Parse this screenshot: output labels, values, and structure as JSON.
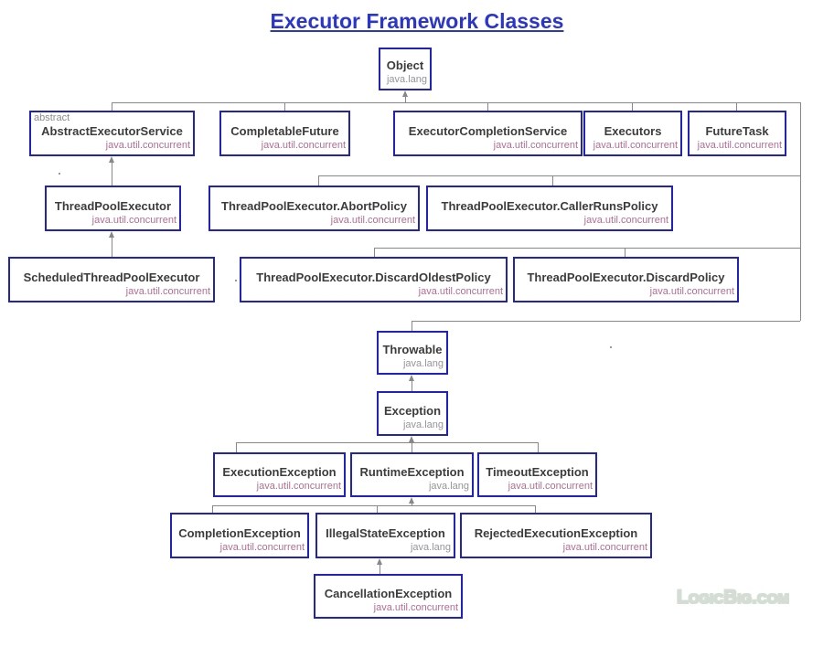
{
  "title": "Executor Framework Classes",
  "watermark": "LogicBig.com",
  "colors": {
    "box-border": "#2121bb",
    "title-text": "#2a35cc",
    "class-name-text": "#3c3c3c",
    "package-concurrent-text": "#b06e92",
    "package-lang-text": "#95959b",
    "stereotype-text": "#8b8b8b",
    "connector-line": "#888888",
    "watermark-text": "#d9d9d9",
    "watermark-glow": "#cfe2cf"
  },
  "nodes": {
    "object": {
      "name": "Object",
      "package": "java.lang"
    },
    "abstract_executor_service": {
      "stereotype": "abstract",
      "name": "AbstractExecutorService",
      "package": "java.util.concurrent"
    },
    "completable_future": {
      "name": "CompletableFuture",
      "package": "java.util.concurrent"
    },
    "executor_completion_service": {
      "name": "ExecutorCompletionService",
      "package": "java.util.concurrent"
    },
    "executors": {
      "name": "Executors",
      "package": "java.util.concurrent"
    },
    "future_task": {
      "name": "FutureTask",
      "package": "java.util.concurrent"
    },
    "thread_pool_executor": {
      "name": "ThreadPoolExecutor",
      "package": "java.util.concurrent"
    },
    "tpe_abort_policy": {
      "name": "ThreadPoolExecutor.AbortPolicy",
      "package": "java.util.concurrent"
    },
    "tpe_caller_runs_policy": {
      "name": "ThreadPoolExecutor.CallerRunsPolicy",
      "package": "java.util.concurrent"
    },
    "scheduled_thread_pool_executor": {
      "name": "ScheduledThreadPoolExecutor",
      "package": "java.util.concurrent"
    },
    "tpe_discard_oldest_policy": {
      "name": "ThreadPoolExecutor.DiscardOldestPolicy",
      "package": "java.util.concurrent"
    },
    "tpe_discard_policy": {
      "name": "ThreadPoolExecutor.DiscardPolicy",
      "package": "java.util.concurrent"
    },
    "throwable": {
      "name": "Throwable",
      "package": "java.lang"
    },
    "exception": {
      "name": "Exception",
      "package": "java.lang"
    },
    "execution_exception": {
      "name": "ExecutionException",
      "package": "java.util.concurrent"
    },
    "runtime_exception": {
      "name": "RuntimeException",
      "package": "java.lang"
    },
    "timeout_exception": {
      "name": "TimeoutException",
      "package": "java.util.concurrent"
    },
    "completion_exception": {
      "name": "CompletionException",
      "package": "java.util.concurrent"
    },
    "illegal_state_exception": {
      "name": "IllegalStateException",
      "package": "java.lang"
    },
    "rejected_execution_exception": {
      "name": "RejectedExecutionException",
      "package": "java.util.concurrent"
    },
    "cancellation_exception": {
      "name": "CancellationException",
      "package": "java.util.concurrent"
    }
  }
}
